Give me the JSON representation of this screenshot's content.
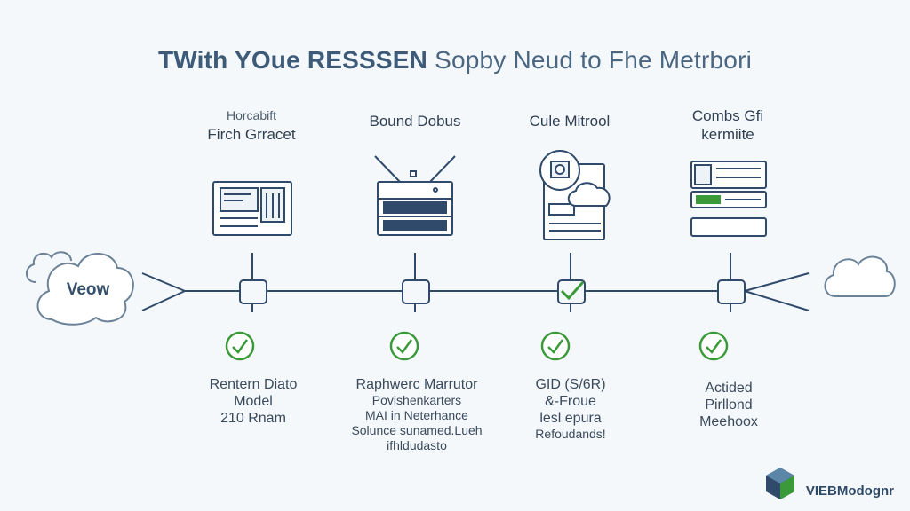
{
  "title": {
    "part1": "TWith YOue RESSSEN",
    "part2": "Sopby Neud to Fhe Metrbori"
  },
  "cloud_left": {
    "label": "Veow"
  },
  "columns": [
    {
      "top_lines": [
        "Horcabift",
        "Firch Grracet"
      ],
      "bottom_lines": [
        "Rentern Diato",
        "Model",
        "210 Rnam"
      ]
    },
    {
      "top_lines": [
        "Bound Dobus"
      ],
      "bottom_lines": [
        "Raphwerc Marrutor",
        "Povishenkarters",
        "MAI in Neterhance",
        "Solunce sunamed.Lueh",
        "ifhldudasto"
      ]
    },
    {
      "top_lines": [
        "Cule Mitrool"
      ],
      "bottom_lines": [
        "GID (S/6R)",
        "&-Froue",
        "lesl epura",
        "Refoudands!"
      ]
    },
    {
      "top_lines": [
        "Combs Gfi",
        "kermiite"
      ],
      "bottom_lines": [
        "Actided",
        "Pirllond",
        "Meehoox"
      ]
    }
  ],
  "brand": {
    "name": "VIEBModognr"
  },
  "colors": {
    "line": "#2f4a6a",
    "check": "#3a9a3a",
    "cloud": "#8aa0b6"
  }
}
